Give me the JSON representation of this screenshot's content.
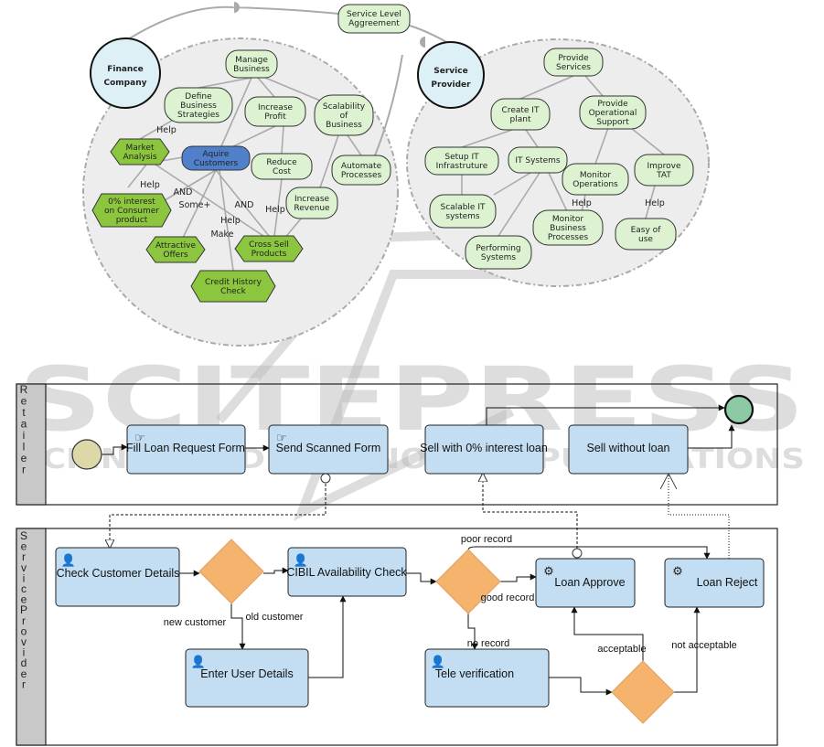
{
  "goal_model": {
    "dependum": [
      "Service Level",
      "Aggreement"
    ],
    "actors": {
      "finance": [
        "Finance",
        "Company"
      ],
      "provider": [
        "Service",
        "Provider"
      ]
    },
    "finance_nodes": {
      "manage": [
        "Manage",
        "Business"
      ],
      "define": [
        "Define",
        "Business",
        "Strategies"
      ],
      "profit": [
        "Increase",
        "Profit"
      ],
      "scal": [
        "Scalability",
        "of",
        "Business"
      ],
      "aquire": [
        "Aquire",
        "Customers"
      ],
      "cost": [
        "Reduce",
        "Cost"
      ],
      "auto": [
        "Automate",
        "Processes"
      ],
      "rev": [
        "Increase",
        "Revenue"
      ],
      "market": [
        "Market",
        "Analysis"
      ],
      "interest": [
        "0% interest",
        "on Consumer",
        "product"
      ],
      "offers": [
        "Attractive",
        "Offers"
      ],
      "cross": [
        "Cross Sell",
        "Products"
      ],
      "credit": [
        "Credit History",
        "Check"
      ]
    },
    "finance_links": [
      "Help",
      "Help",
      "AND",
      "Some+",
      "AND",
      "Help",
      "Help",
      "Make"
    ],
    "provider_nodes": {
      "ps": [
        "Provide",
        "Services"
      ],
      "cit": [
        "Create IT",
        "plant"
      ],
      "pos": [
        "Provide",
        "Operational",
        "Support"
      ],
      "setup": [
        "Setup IT",
        "Infrastruture"
      ],
      "its": [
        "IT Systems"
      ],
      "mo": [
        "Monitor",
        "Operations"
      ],
      "tat": [
        "Improve",
        "TAT"
      ],
      "sit": [
        "Scalable IT",
        "systems"
      ],
      "mbp": [
        "Monitor",
        "Business",
        "Processes"
      ],
      "perf": [
        "Performing",
        "Systems"
      ],
      "easy": [
        "Easy of",
        "use"
      ]
    },
    "provider_links": [
      "Help",
      "Help"
    ]
  },
  "bpmn": {
    "pools": {
      "retailer": "Retailer",
      "provider": "ServiceProvider"
    },
    "tasks": {
      "fill": "Fill Loan Request Form",
      "send": "Send Scanned Form",
      "sell0": "Sell with 0% interest  loan",
      "sellno": "Sell without loan",
      "check": "Check Customer Details",
      "cibil": "CIBIL Availability Check",
      "enter": "Enter User Details",
      "approve": "Loan Approve",
      "reject": "Loan Reject",
      "tele": "Tele verification"
    },
    "flow_labels": {
      "new": "new customer",
      "old": "old customer",
      "poor": "poor record",
      "good": "good record",
      "no": "no record",
      "acc": "acceptable",
      "notacc": "not acceptable"
    }
  },
  "watermark": {
    "line1": "SCITEPRESS",
    "line2": "SCIENCE AND TECHNOLOGY PUBLICATIONS"
  },
  "colors": {
    "softgoal": "#dcf2d0",
    "hardgoal_blue": "#4f80c9",
    "task_hex": "#8cc63f",
    "actor": "#dcf0f5",
    "bpmn_task": "#c3def2",
    "gateway": "#f5b36e",
    "start": "#dcd8a8",
    "end": "#8ec9a6"
  }
}
